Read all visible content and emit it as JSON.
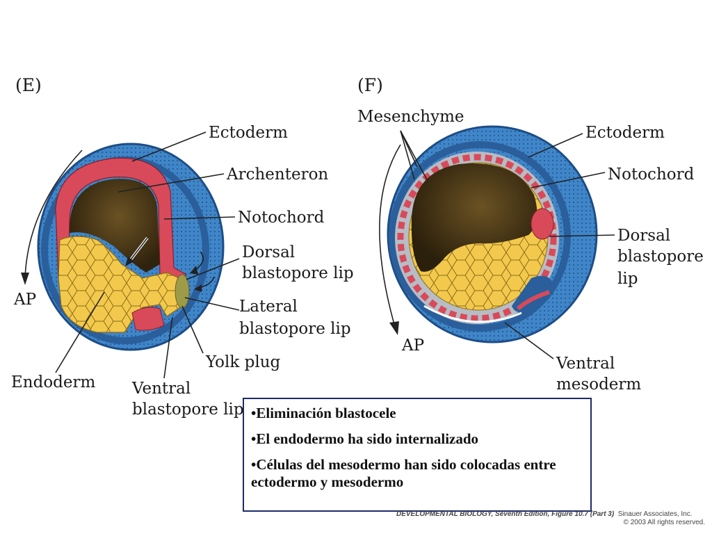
{
  "panels": {
    "e": {
      "tag": "(E)",
      "labels": {
        "ectoderm": "Ectoderm",
        "archenteron": "Archenteron",
        "notochord": "Notochord",
        "dorsal_lip_1": "Dorsal",
        "dorsal_lip_2": "blastopore lip",
        "ap": "AP",
        "lateral_lip_1": "Lateral",
        "lateral_lip_2": "blastopore lip",
        "yolk_plug": "Yolk plug",
        "endoderm": "Endoderm",
        "ventral_lip_1": "Ventral",
        "ventral_lip_2": "blastopore lip"
      }
    },
    "f": {
      "tag": "(F)",
      "labels": {
        "mesenchyme": "Mesenchyme",
        "ectoderm": "Ectoderm",
        "notochord": "Notochord",
        "dorsal_lip_1": "Dorsal",
        "dorsal_lip_2": "blastopore",
        "dorsal_lip_3": "lip",
        "ap": "AP",
        "ventral_meso_1": "Ventral",
        "ventral_meso_2": "mesoderm"
      }
    }
  },
  "notes": [
    "•Eliminación blastocele",
    "•El endodermo ha sido internalizado",
    "•Células del mesodermo han sido colocadas entre ectodermo y mesodermo"
  ],
  "credit": {
    "book": "DEVELOPMENTAL BIOLOGY, Seventh Edition, Figure 10.7 (Part 3)",
    "publisher": "Sinauer Associates, Inc.",
    "copyright": "© 2003 All rights reserved."
  },
  "colors": {
    "ectoderm_outer": "#3f86c9",
    "ectoderm_inner": "#2a5f9c",
    "mesoderm": "#d84a5a",
    "endoderm": "#f2c94c",
    "archenteron": "#4a3716",
    "yolk_plug": "#9d9a48",
    "blastocoel_gray": "#b8bcc4"
  }
}
